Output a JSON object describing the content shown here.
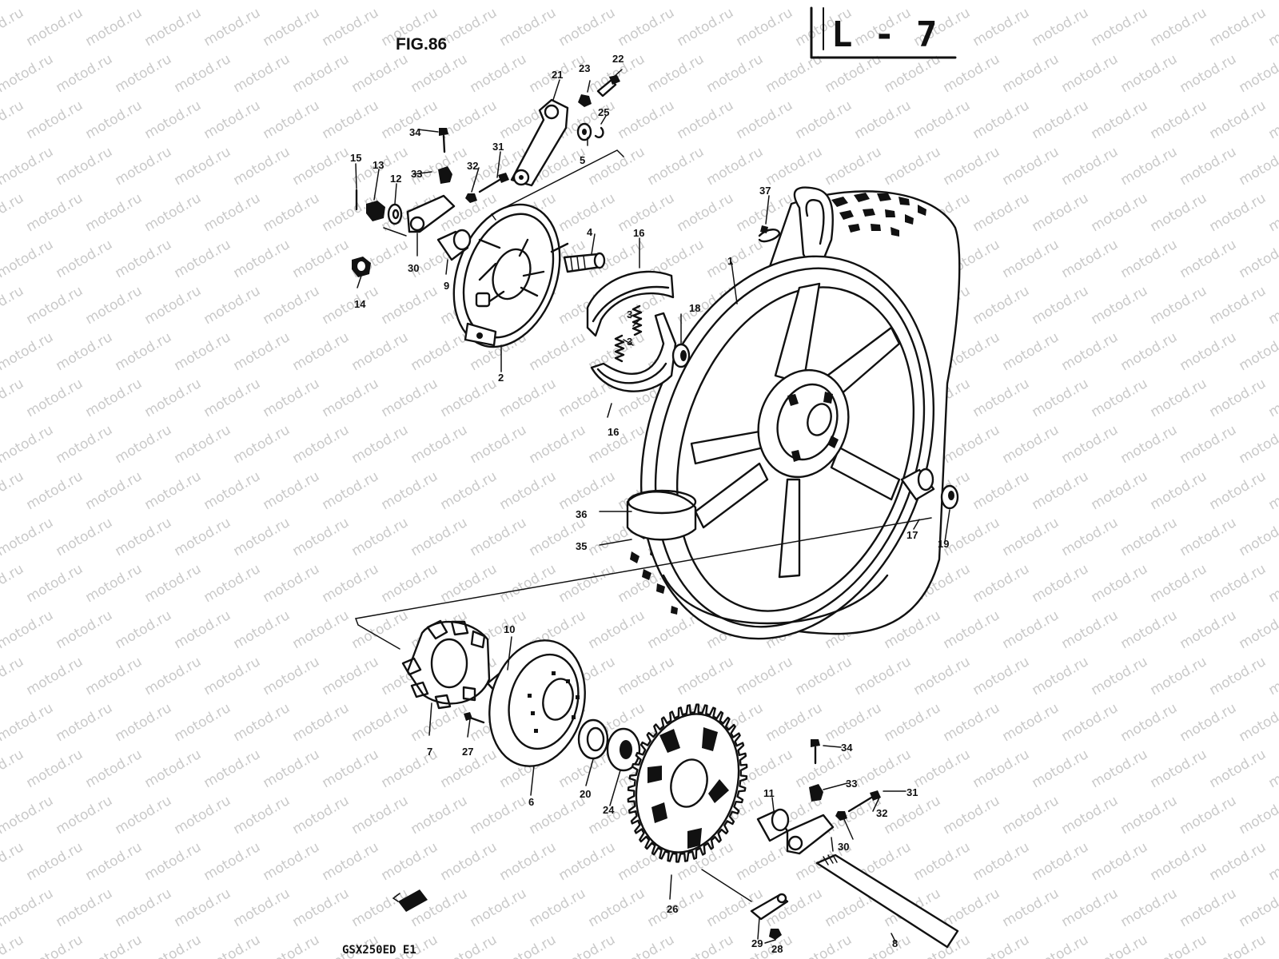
{
  "figure": {
    "title": "FIG.86",
    "sheet_code": "L - 7",
    "model": "GSX250ED E1",
    "watermark": "motod.ru"
  },
  "callouts": [
    {
      "id": "c1",
      "text": "1"
    },
    {
      "id": "c2",
      "text": "2"
    },
    {
      "id": "c3a",
      "text": "3"
    },
    {
      "id": "c3b",
      "text": "3"
    },
    {
      "id": "c4",
      "text": "4"
    },
    {
      "id": "c5",
      "text": "5"
    },
    {
      "id": "c6",
      "text": "6"
    },
    {
      "id": "c7",
      "text": "7"
    },
    {
      "id": "c8",
      "text": "8"
    },
    {
      "id": "c9",
      "text": "9"
    },
    {
      "id": "c10",
      "text": "10"
    },
    {
      "id": "c11",
      "text": "11"
    },
    {
      "id": "c12",
      "text": "12"
    },
    {
      "id": "c13",
      "text": "13"
    },
    {
      "id": "c14",
      "text": "14"
    },
    {
      "id": "c15",
      "text": "15"
    },
    {
      "id": "c16a",
      "text": "16"
    },
    {
      "id": "c16b",
      "text": "16"
    },
    {
      "id": "c17",
      "text": "17"
    },
    {
      "id": "c18",
      "text": "18"
    },
    {
      "id": "c19",
      "text": "19"
    },
    {
      "id": "c20",
      "text": "20"
    },
    {
      "id": "c21",
      "text": "21"
    },
    {
      "id": "c22",
      "text": "22"
    },
    {
      "id": "c23",
      "text": "23"
    },
    {
      "id": "c24",
      "text": "24"
    },
    {
      "id": "c25",
      "text": "25"
    },
    {
      "id": "c26",
      "text": "26"
    },
    {
      "id": "c27",
      "text": "27"
    },
    {
      "id": "c28",
      "text": "28"
    },
    {
      "id": "c29",
      "text": "29"
    },
    {
      "id": "c30a",
      "text": "30"
    },
    {
      "id": "c30b",
      "text": "30"
    },
    {
      "id": "c31a",
      "text": "31"
    },
    {
      "id": "c31b",
      "text": "31"
    },
    {
      "id": "c32a",
      "text": "32"
    },
    {
      "id": "c32b",
      "text": "32"
    },
    {
      "id": "c33a",
      "text": "33"
    },
    {
      "id": "c33b",
      "text": "33"
    },
    {
      "id": "c34a",
      "text": "34"
    },
    {
      "id": "c34b",
      "text": "34"
    },
    {
      "id": "c35",
      "text": "35"
    },
    {
      "id": "c36",
      "text": "36"
    },
    {
      "id": "c37",
      "text": "37"
    }
  ]
}
